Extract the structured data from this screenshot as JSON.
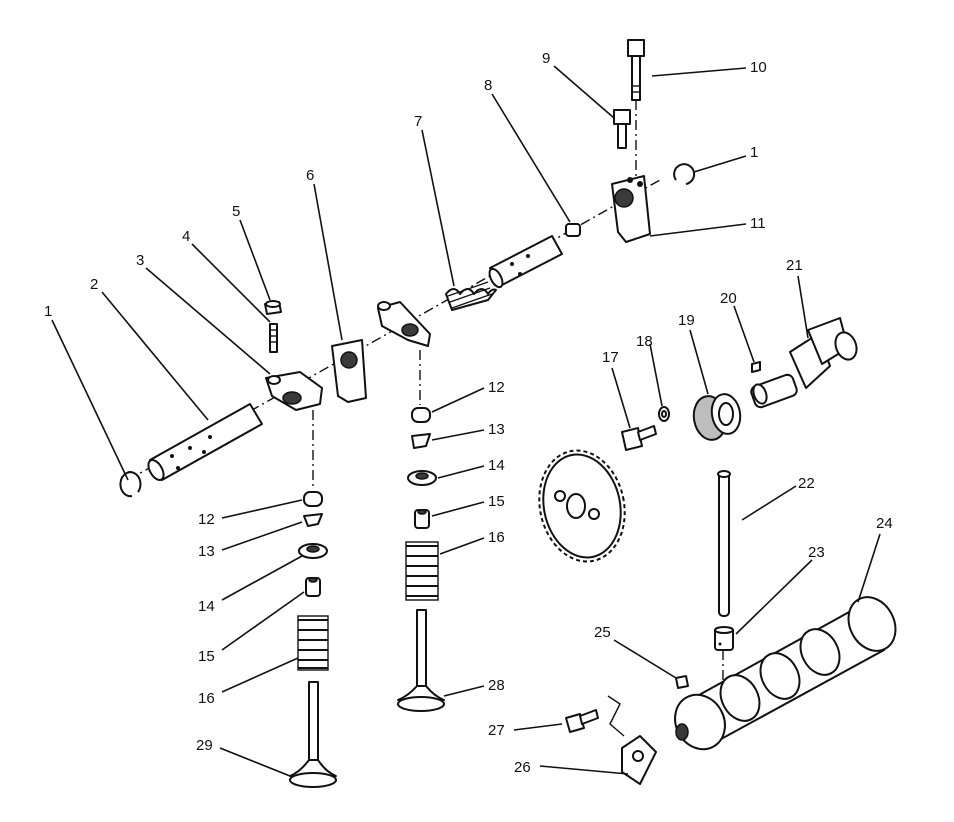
{
  "colors": {
    "background": "#ffffff",
    "ink": "#111111",
    "shade": "#3a3a3a"
  },
  "callouts": {
    "c1a": "1",
    "c2": "2",
    "c3": "3",
    "c4": "4",
    "c5": "5",
    "c6": "6",
    "c7": "7",
    "c8": "8",
    "c9": "9",
    "c10": "10",
    "c1b": "1",
    "c11": "11",
    "c12a": "12",
    "c13a": "13",
    "c14a": "14",
    "c15a": "15",
    "c16a": "16",
    "c12b": "12",
    "c13b": "13",
    "c14b": "14",
    "c15b": "15",
    "c16b": "16",
    "c17": "17",
    "c18": "18",
    "c19": "19",
    "c20": "20",
    "c21": "21",
    "c22": "22",
    "c23": "23",
    "c24": "24",
    "c25": "25",
    "c26": "26",
    "c27": "27",
    "c28": "28",
    "c29": "29"
  }
}
